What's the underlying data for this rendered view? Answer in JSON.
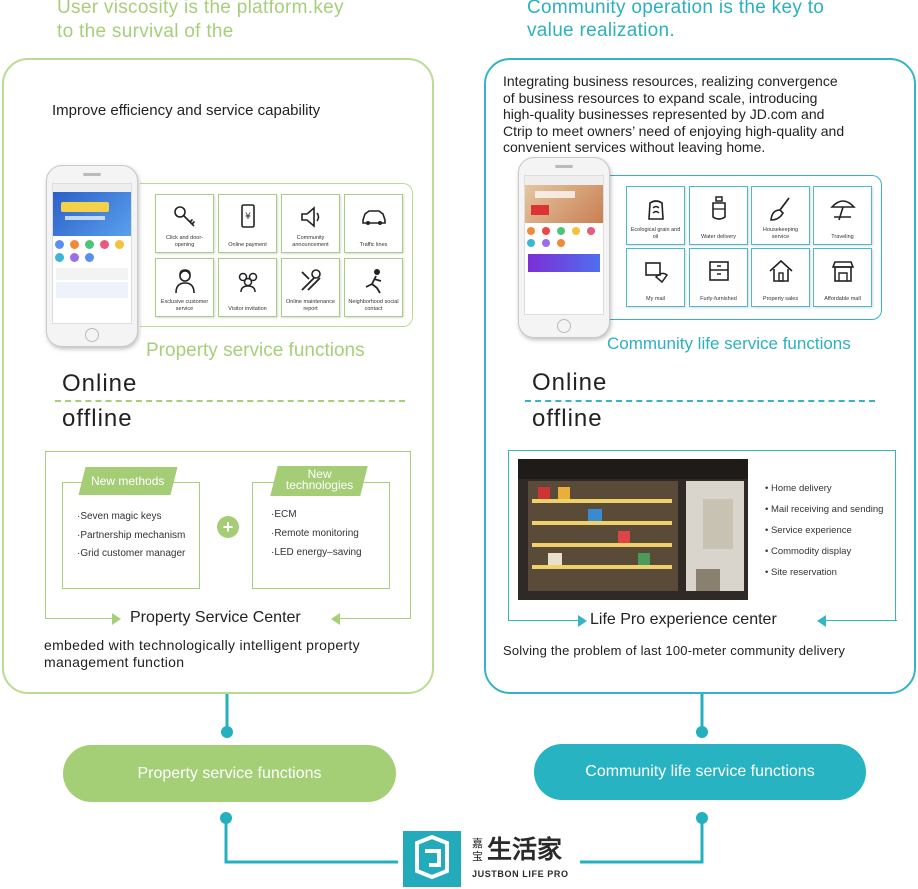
{
  "left": {
    "headline_line1": "User viscosity is the platform.key",
    "headline_line2": "to the survival of the",
    "panel_title": "Improve efficiency and service capability",
    "tiles": [
      {
        "label": "Click and door-opening",
        "icon": "key-icon"
      },
      {
        "label": "Online payment",
        "icon": "payment-icon"
      },
      {
        "label": "Community announcement",
        "icon": "megaphone-icon"
      },
      {
        "label": "Traffic lines",
        "icon": "car-icon"
      },
      {
        "label": "Exclusive customer service",
        "icon": "customer-service-icon"
      },
      {
        "label": "Visitor invitation",
        "icon": "visitors-icon"
      },
      {
        "label": "Online maintenance report",
        "icon": "tools-icon"
      },
      {
        "label": "Neighborhood social contact",
        "icon": "social-icon"
      }
    ],
    "functions_caption": "Property service functions",
    "online": "Online",
    "offline": "offline",
    "methods_title": "New methods",
    "methods": [
      "·Seven magic keys",
      "·Partnership mechanism",
      "·Grid customer manager"
    ],
    "tech_title_1": "New",
    "tech_title_2": "technologies",
    "technologies": [
      "·ECM",
      "·Remote monitoring",
      "·LED energy–saving"
    ],
    "center_title": "Property Service Center",
    "center_desc_1": "embeded with technologically intelligent property",
    "center_desc_2": "management function",
    "pill_label": "Property service functions"
  },
  "right": {
    "headline_line1": "Community operation is the key to",
    "headline_line2": "value realization.",
    "panel_text": [
      "Integrating business resources, realizing convergence",
      "of business resources to expand scale, introducing",
      "high-quality businesses represented by JD.com and",
      "Ctrip to meet owners’ need of enjoying high-quality and",
      "convenient services without leaving home."
    ],
    "tiles": [
      {
        "label": "Ecological grain and oil",
        "icon": "grain-icon"
      },
      {
        "label": "Water delivery",
        "icon": "water-bottle-icon"
      },
      {
        "label": "Housekeeping service",
        "icon": "broom-icon"
      },
      {
        "label": "Traveling",
        "icon": "umbrella-icon"
      },
      {
        "label": "My mail",
        "icon": "mail-icon"
      },
      {
        "label": "Furly-furnished",
        "icon": "cabinet-icon"
      },
      {
        "label": "Property sales",
        "icon": "house-icon"
      },
      {
        "label": "Affordable mall",
        "icon": "shop-icon"
      }
    ],
    "functions_caption": "Community life service functions",
    "online": "Online",
    "offline": "offline",
    "experience_items": [
      "• Home delivery",
      "• Mail receiving and sending",
      "• Service experience",
      "• Commodity display",
      "• Site reservation"
    ],
    "center_title": "Life Pro experience center",
    "center_desc": "Solving the problem of last 100-meter community delivery",
    "pill_label": "Community life service functions"
  },
  "logo": {
    "cn_small_1": "嘉",
    "cn_small_2": "宝",
    "cn_big": "生活家",
    "en": "JUSTBON LIFE PRO"
  },
  "colors": {
    "green": "#a7cf7a",
    "teal": "#2bb0c2"
  }
}
